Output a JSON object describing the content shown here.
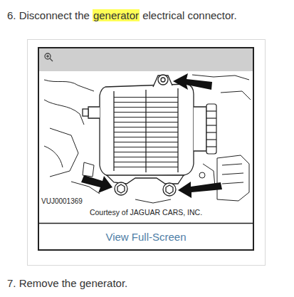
{
  "diagram": {
    "nodes": [
      {
        "text": [
          "VUJ0001369",
          "Courtesy of JAGUAR CARS, INC.",
          "View Full-Screen"
        ]
      }
    ],
    "labels": [
      "6. Disconnect the",
      "generator",
      "electrical connector.",
      "7. Remove the generator."
    ]
  }
}
